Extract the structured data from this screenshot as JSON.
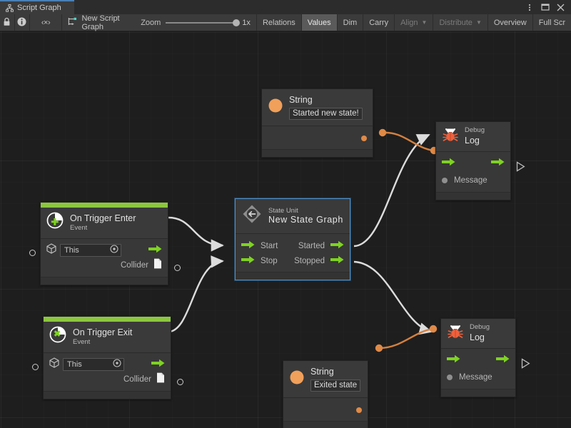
{
  "window": {
    "tab_label": "Script Graph",
    "tab_icon": "script-graph-icon",
    "buttons": [
      {
        "name": "more-options-button",
        "glyph": "⋮"
      },
      {
        "name": "maximize-button",
        "glyph": "☐"
      },
      {
        "name": "close-button",
        "glyph": "✕"
      }
    ]
  },
  "toolbar": {
    "lock_icon": "lock-icon",
    "info_icon": "info-icon",
    "code_label": "‹×›",
    "graph_name": "New Script Graph",
    "graph_icon": "graph-node-icon",
    "zoom_label": "Zoom",
    "zoom_value": "1x",
    "zoom_slider_pct": 100,
    "segments": [
      {
        "label": "Relations",
        "state": "normal",
        "caret": false
      },
      {
        "label": "Values",
        "state": "active",
        "caret": false
      },
      {
        "label": "Dim",
        "state": "normal",
        "caret": false
      },
      {
        "label": "Carry",
        "state": "normal",
        "caret": false
      },
      {
        "label": "Align",
        "state": "dim",
        "caret": true
      },
      {
        "label": "Distribute",
        "state": "dim",
        "caret": true
      },
      {
        "label": "Overview",
        "state": "normal",
        "caret": false
      },
      {
        "label": "Full Scr",
        "state": "normal",
        "caret": false
      }
    ]
  },
  "colors": {
    "accent_green": "#8cc63f",
    "port_green": "#7ed321",
    "value_orange": "#e08a47",
    "selection_blue": "#4c90c9",
    "canvas_bg": "#1e1e1e",
    "node_bg": "#383838"
  },
  "graph": {
    "nodes": {
      "string_top": {
        "icon": "string-value-icon",
        "title": "String",
        "value": "Started new state!",
        "output_port": "output-value-port"
      },
      "debug_log_top": {
        "icon": "bug-icon",
        "subtitle": "Debug",
        "title": "Log",
        "flow_in": "flow-input-port",
        "flow_out": "flow-output-port",
        "message_label": "Message"
      },
      "on_trigger_enter": {
        "icon": "event-enter-icon",
        "title": "On Trigger Enter",
        "subtitle": "Event",
        "target_value": "This",
        "target_icon": "gameobject-icon",
        "collider_label": "Collider",
        "collider_icon": "collider-icon"
      },
      "on_trigger_exit": {
        "icon": "event-exit-icon",
        "title": "On Trigger Exit",
        "subtitle": "Event",
        "target_value": "This",
        "target_icon": "gameobject-icon",
        "collider_label": "Collider",
        "collider_icon": "collider-icon"
      },
      "state_unit": {
        "icon": "state-unit-icon",
        "subtitle": "State Unit",
        "title": "New  State  Graph",
        "selected": true,
        "inputs": [
          "Start",
          "Stop"
        ],
        "outputs": [
          "Started",
          "Stopped"
        ]
      },
      "string_bottom": {
        "icon": "string-value-icon",
        "title": "String",
        "value": "Exited state",
        "output_port": "output-value-port"
      },
      "debug_log_bottom": {
        "icon": "bug-icon",
        "subtitle": "Debug",
        "title": "Log",
        "flow_in": "flow-input-port",
        "flow_out": "flow-output-port",
        "message_label": "Message"
      }
    },
    "connections": [
      {
        "name": "enter-to-state-start",
        "type": "flow",
        "color": "#dcdcdc"
      },
      {
        "name": "exit-to-state-stop",
        "type": "flow",
        "color": "#dcdcdc"
      },
      {
        "name": "started-to-log-top",
        "type": "flow",
        "color": "#dcdcdc"
      },
      {
        "name": "stopped-to-log-bottom",
        "type": "flow",
        "color": "#dcdcdc"
      },
      {
        "name": "string-top-to-message",
        "type": "value",
        "color": "#d4803f"
      },
      {
        "name": "string-bottom-to-message",
        "type": "value",
        "color": "#d4803f"
      }
    ]
  }
}
